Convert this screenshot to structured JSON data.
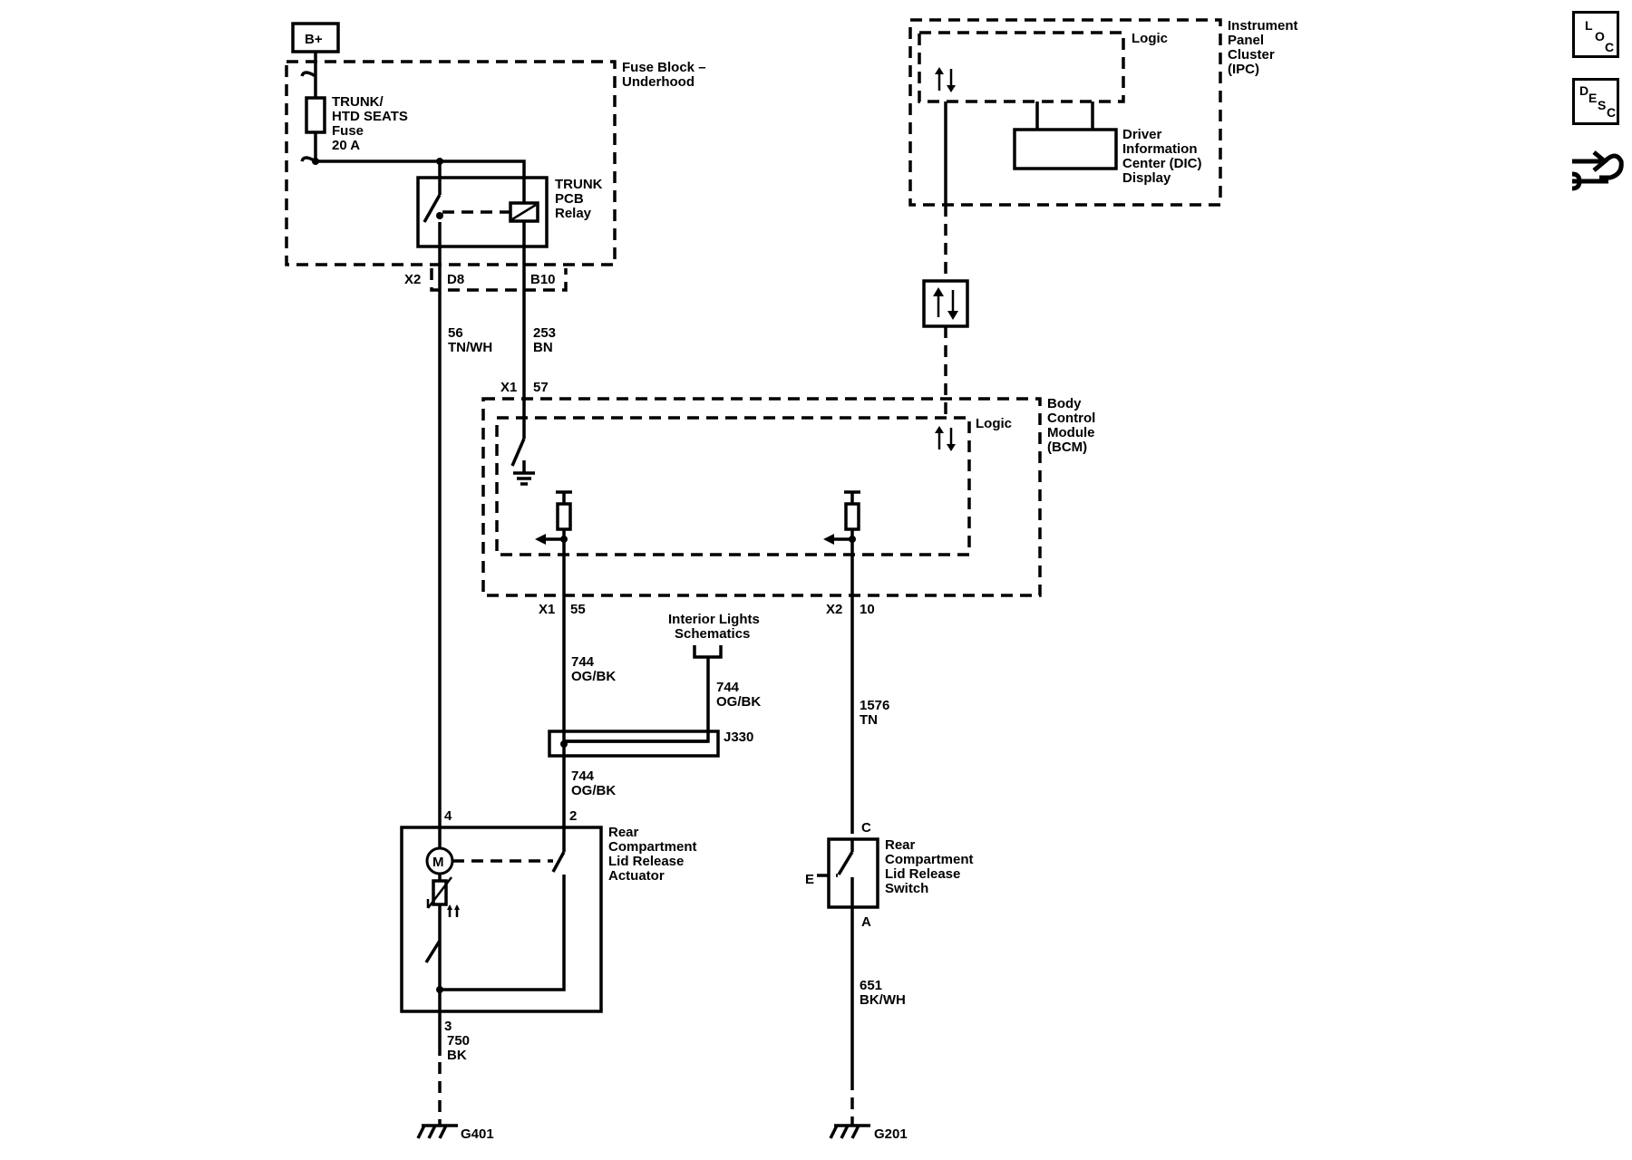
{
  "power": {
    "bplus": "B+"
  },
  "fuse_block": {
    "title_1": "Fuse Block –",
    "title_2": "Underhood",
    "fuse_1": "TRUNK/",
    "fuse_2": "HTD SEATS",
    "fuse_3": "Fuse",
    "fuse_4": "20 A",
    "relay_1": "TRUNK",
    "relay_2": "PCB",
    "relay_3": "Relay",
    "conn": "X2",
    "pin_d8": "D8",
    "pin_b10": "B10"
  },
  "wires": {
    "w56_num": "56",
    "w56_color": "TN/WH",
    "w253_num": "253",
    "w253_color": "BN",
    "w744a_num": "744",
    "w744a_color": "OG/BK",
    "w744b_num": "744",
    "w744b_color": "OG/BK",
    "w744c_num": "744",
    "w744c_color": "OG/BK",
    "w1576_num": "1576",
    "w1576_color": "TN",
    "w750_num": "750",
    "w750_color": "BK",
    "w651_num": "651",
    "w651_color": "BK/WH"
  },
  "ipc": {
    "title_1": "Instrument",
    "title_2": "Panel",
    "title_3": "Cluster",
    "title_4": "(IPC)",
    "logic": "Logic",
    "dic_1": "Driver",
    "dic_2": "Information",
    "dic_3": "Center (DIC)",
    "dic_4": "Display"
  },
  "bcm": {
    "title_1": "Body",
    "title_2": "Control",
    "title_3": "Module",
    "title_4": "(BCM)",
    "logic": "Logic",
    "x1_top": "X1",
    "pin_57": "57",
    "x1_bot": "X1",
    "pin_55": "55",
    "x2_bot": "X2",
    "pin_10": "10"
  },
  "interior": {
    "line_1": "Interior Lights",
    "line_2": "Schematics"
  },
  "splice": {
    "label": "J330"
  },
  "actuator": {
    "line_1": "Rear",
    "line_2": "Compartment",
    "line_3": "Lid Release",
    "line_4": "Actuator",
    "pin_4": "4",
    "pin_2": "2",
    "pin_3": "3",
    "motor": "M"
  },
  "switch": {
    "line_1": "Rear",
    "line_2": "Compartment",
    "line_3": "Lid Release",
    "line_4": "Switch",
    "pin_c": "C",
    "pin_a": "A",
    "e": "E"
  },
  "grounds": {
    "g401": "G401",
    "g201": "G201"
  },
  "nav": {
    "loc_l": "L",
    "loc_o": "O",
    "loc_c": "C",
    "desc_d": "D",
    "desc_e": "E",
    "desc_s": "S",
    "desc_c": "C"
  }
}
